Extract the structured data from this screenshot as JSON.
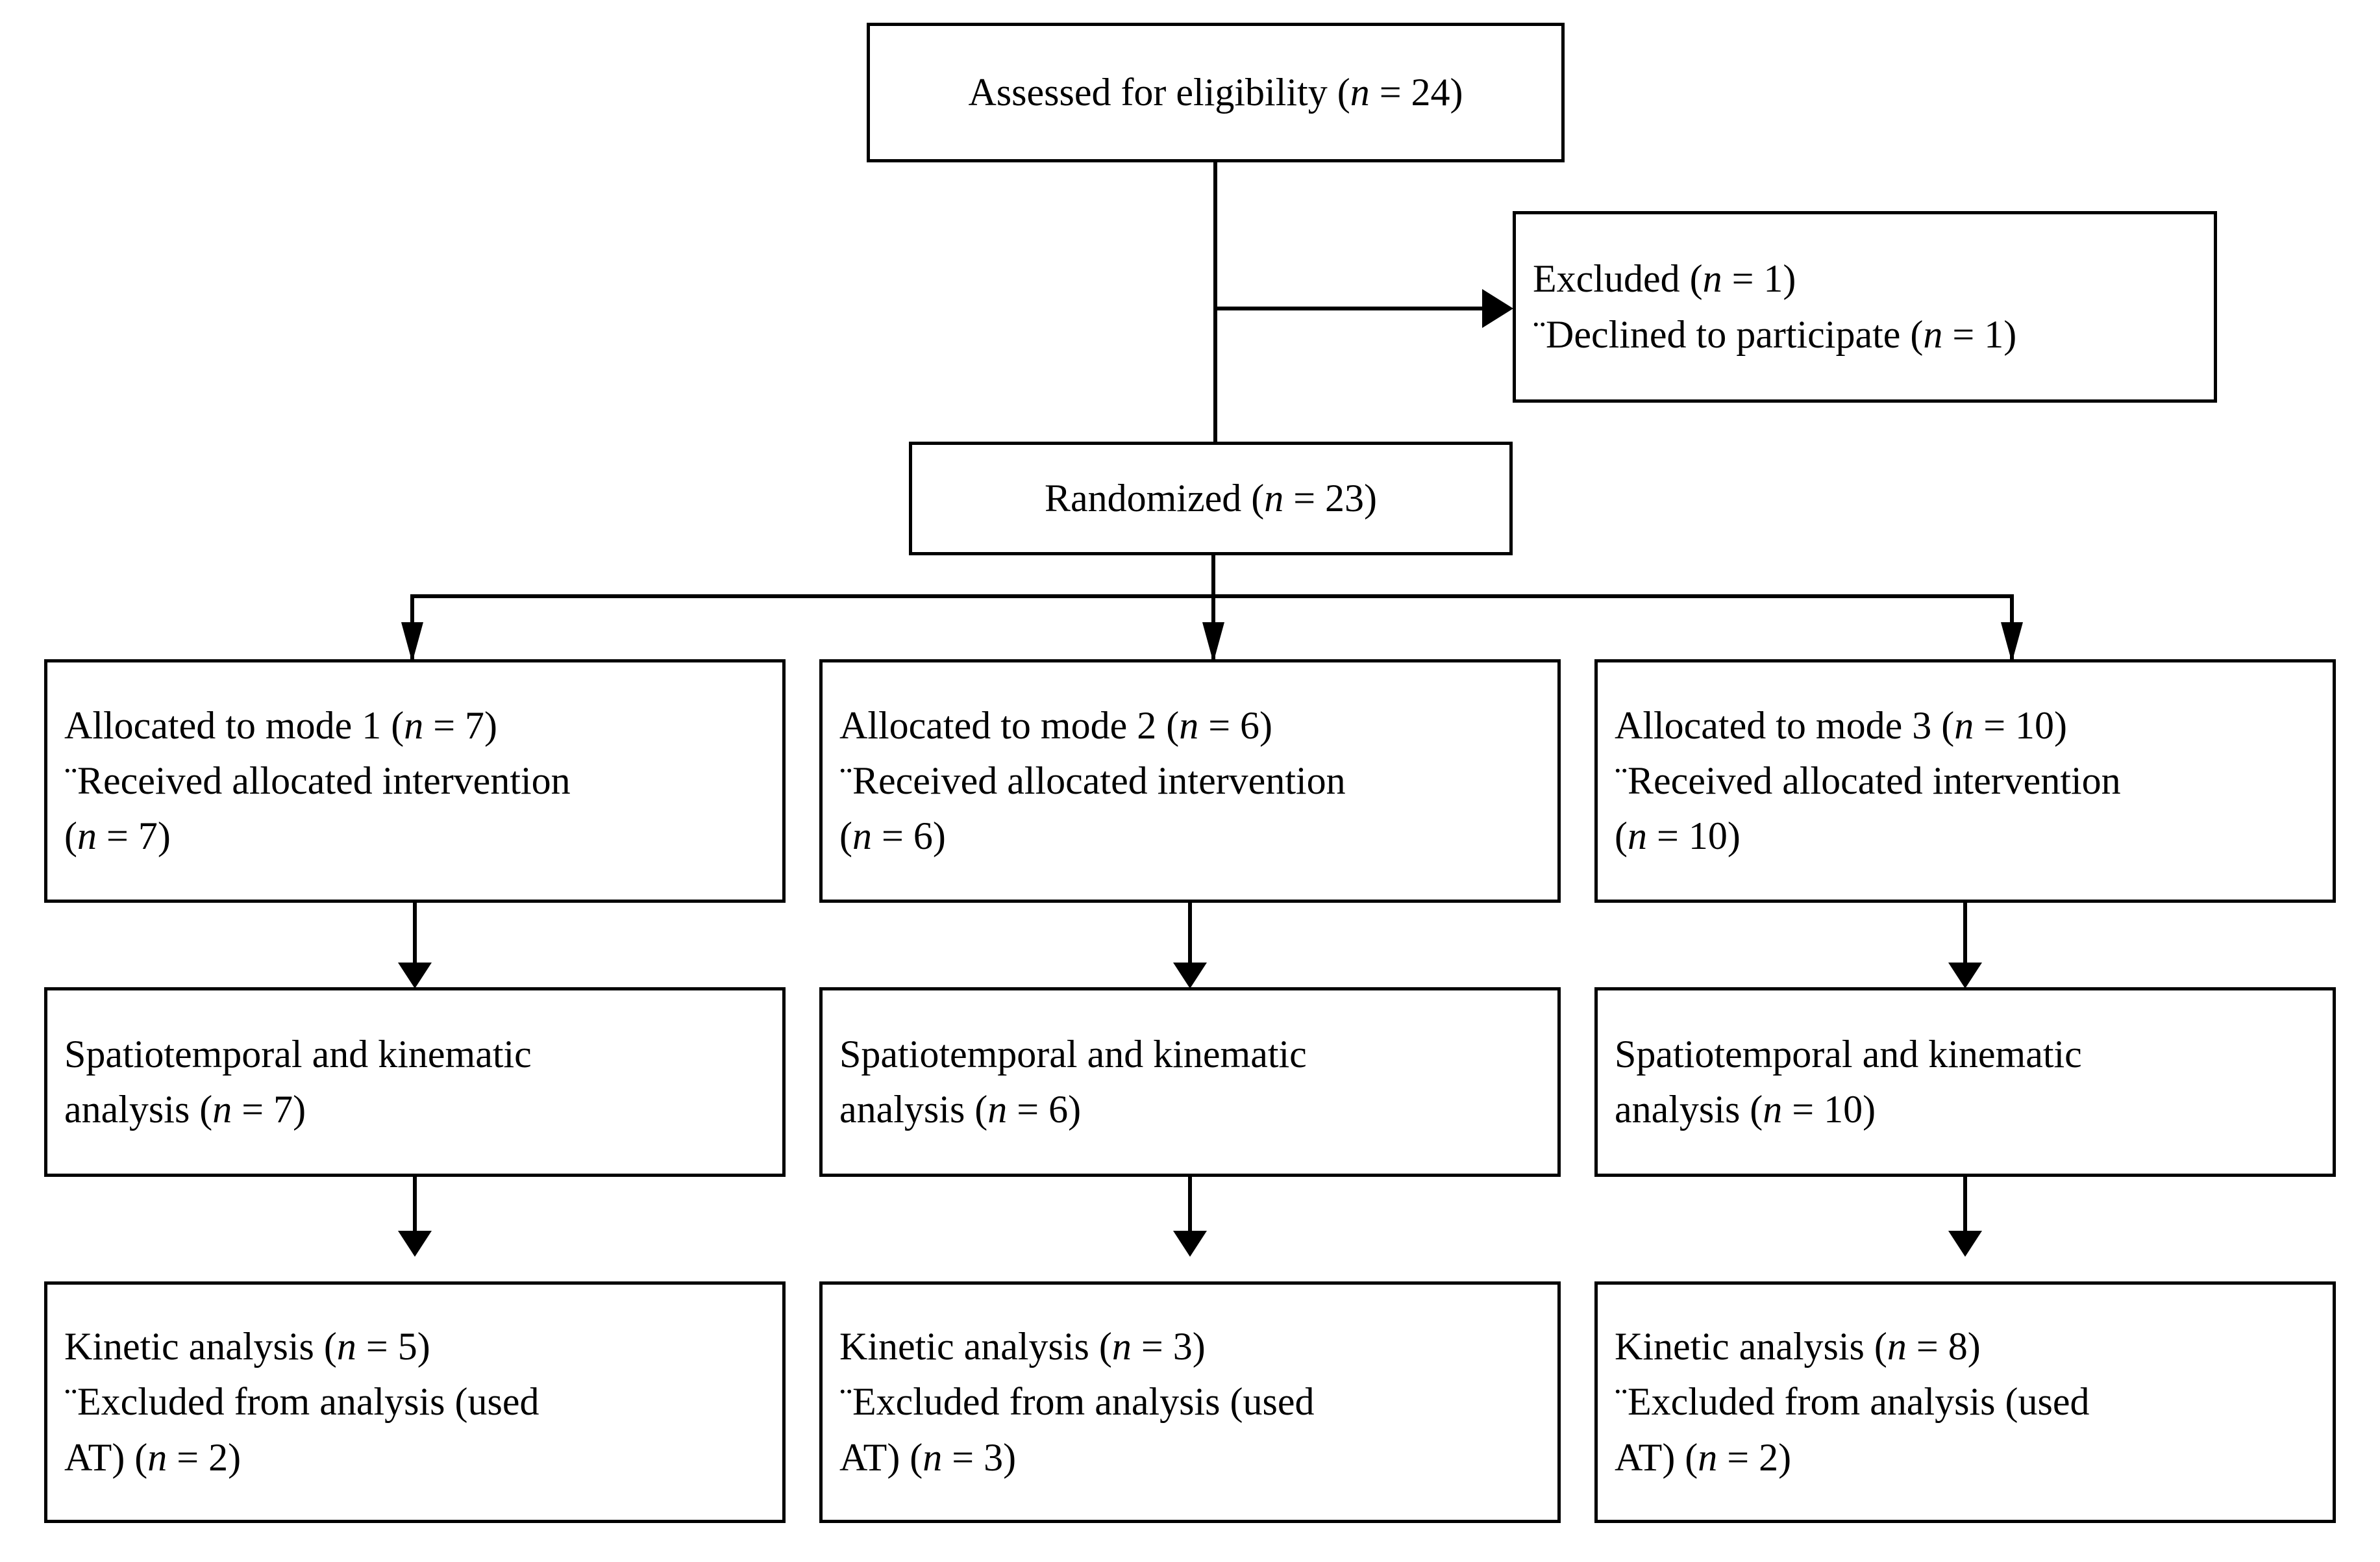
{
  "diagram": {
    "title": "CONSORT participant flow diagram",
    "type": "flowchart",
    "stroke_color": "#000000",
    "background_color": "#ffffff",
    "bullet_glyph": "¨"
  },
  "nodes": {
    "assessed": {
      "id": "assessed-for-eligibility",
      "lines": [
        {
          "pre": "Assessed for eligibility (",
          "var": "n",
          "post": " = 24)"
        }
      ]
    },
    "excluded": {
      "id": "excluded",
      "lines": [
        {
          "pre": "Excluded (",
          "var": "n",
          "post": " = 1)"
        },
        {
          "bullet": "¨",
          "pre": "Declined to participate (",
          "var": "n",
          "post": " = 1)"
        }
      ]
    },
    "randomized": {
      "id": "randomized",
      "lines": [
        {
          "pre": "Randomized (",
          "var": "n",
          "post": " = 23)"
        }
      ]
    },
    "allocation": [
      {
        "id": "allocated-mode-1",
        "lines": [
          {
            "pre": "Allocated to mode 1 (",
            "var": "n",
            "post": " = 7)"
          },
          {
            "bullet": "¨",
            "pre": "Received allocated intervention",
            "var": "",
            "post": ""
          },
          {
            "pre": "(",
            "var": "n",
            "post": " = 7)"
          }
        ]
      },
      {
        "id": "allocated-mode-2",
        "lines": [
          {
            "pre": "Allocated to mode 2 (",
            "var": "n",
            "post": " = 6)"
          },
          {
            "bullet": "¨",
            "pre": "Received allocated intervention",
            "var": "",
            "post": ""
          },
          {
            "pre": "(",
            "var": "n",
            "post": " = 6)"
          }
        ]
      },
      {
        "id": "allocated-mode-3",
        "lines": [
          {
            "pre": "Allocated to mode 3 (",
            "var": "n",
            "post": " = 10)"
          },
          {
            "bullet": "¨",
            "pre": "Received allocated intervention",
            "var": "",
            "post": ""
          },
          {
            "pre": "(",
            "var": "n",
            "post": " = 10)"
          }
        ]
      }
    ],
    "spatiotemporal": [
      {
        "id": "spatiotemporal-kinematic-1",
        "lines": [
          {
            "pre": "Spatiotemporal and kinematic",
            "var": "",
            "post": ""
          },
          {
            "pre": "analysis (",
            "var": "n",
            "post": " = 7)"
          }
        ]
      },
      {
        "id": "spatiotemporal-kinematic-2",
        "lines": [
          {
            "pre": "Spatiotemporal and kinematic",
            "var": "",
            "post": ""
          },
          {
            "pre": "analysis (",
            "var": "n",
            "post": " = 6)"
          }
        ]
      },
      {
        "id": "spatiotemporal-kinematic-3",
        "lines": [
          {
            "pre": "Spatiotemporal and kinematic",
            "var": "",
            "post": ""
          },
          {
            "pre": "analysis (",
            "var": "n",
            "post": " = 10)"
          }
        ]
      }
    ],
    "kinetic": [
      {
        "id": "kinetic-analysis-1",
        "lines": [
          {
            "pre": "Kinetic analysis (",
            "var": "n",
            "post": " = 5)"
          },
          {
            "bullet": "¨",
            "pre": "Excluded from analysis (used",
            "var": "",
            "post": ""
          },
          {
            "pre": "AT) (",
            "var": "n",
            "post": " = 2)"
          }
        ]
      },
      {
        "id": "kinetic-analysis-2",
        "lines": [
          {
            "pre": "Kinetic analysis (",
            "var": "n",
            "post": " = 3)"
          },
          {
            "bullet": "¨",
            "pre": "Excluded from analysis (used",
            "var": "",
            "post": ""
          },
          {
            "pre": "AT) (",
            "var": "n",
            "post": " = 3)"
          }
        ]
      },
      {
        "id": "kinetic-analysis-3",
        "lines": [
          {
            "pre": "Kinetic analysis (",
            "var": "n",
            "post": " = 8)"
          },
          {
            "bullet": "¨",
            "pre": "Excluded from analysis (used",
            "var": "",
            "post": ""
          },
          {
            "pre": "AT) (",
            "var": "n",
            "post": " = 2)"
          }
        ]
      }
    ]
  },
  "flow_counts": {
    "assessed_for_eligibility": 24,
    "excluded_total": 1,
    "declined_to_participate": 1,
    "randomized": 23,
    "mode_1_allocated": 7,
    "mode_2_allocated": 6,
    "mode_3_allocated": 10,
    "mode_1_received": 7,
    "mode_2_received": 6,
    "mode_3_received": 10,
    "mode_1_spatiotemporal": 7,
    "mode_2_spatiotemporal": 6,
    "mode_3_spatiotemporal": 10,
    "mode_1_kinetic": 5,
    "mode_2_kinetic": 3,
    "mode_3_kinetic": 8,
    "mode_1_excluded_used_AT": 2,
    "mode_2_excluded_used_AT": 3,
    "mode_3_excluded_used_AT": 2
  }
}
